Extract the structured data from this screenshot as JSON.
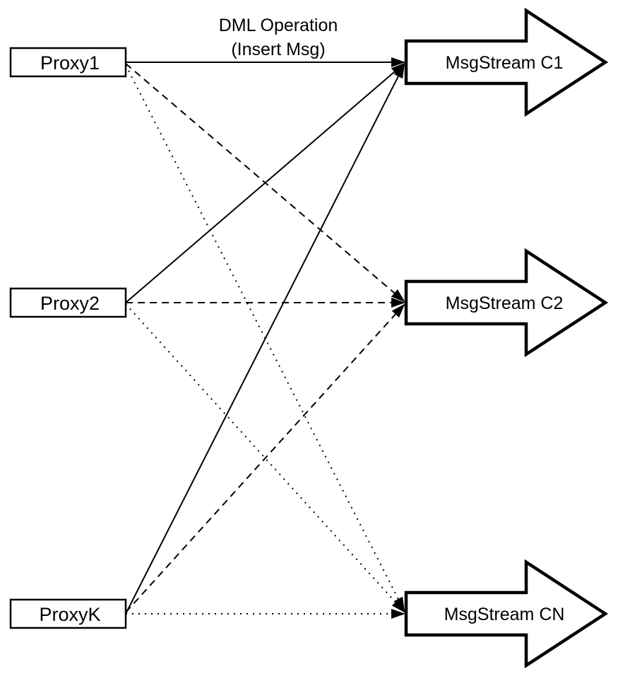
{
  "diagram": {
    "background_color": "#ffffff",
    "line_color": "#000000",
    "shape_fill_color": "#ffffff",
    "title": {
      "line1": "DML Operation",
      "line2": "(Insert Msg)"
    },
    "proxies": [
      {
        "label": "Proxy1"
      },
      {
        "label": "Proxy2"
      },
      {
        "label": "ProxyK"
      }
    ],
    "streams": [
      {
        "label": "MsgStream C1"
      },
      {
        "label": "MsgStream C2"
      },
      {
        "label": "MsgStream CN"
      }
    ],
    "edges": [
      {
        "from": "Proxy1",
        "to": "MsgStream C1",
        "style": "solid"
      },
      {
        "from": "Proxy2",
        "to": "MsgStream C1",
        "style": "solid"
      },
      {
        "from": "ProxyK",
        "to": "MsgStream C1",
        "style": "solid"
      },
      {
        "from": "Proxy1",
        "to": "MsgStream C2",
        "style": "dashed"
      },
      {
        "from": "Proxy2",
        "to": "MsgStream C2",
        "style": "dashed"
      },
      {
        "from": "ProxyK",
        "to": "MsgStream C2",
        "style": "dashed"
      },
      {
        "from": "Proxy1",
        "to": "MsgStream CN",
        "style": "dotted"
      },
      {
        "from": "Proxy2",
        "to": "MsgStream CN",
        "style": "dotted"
      },
      {
        "from": "ProxyK",
        "to": "MsgStream CN",
        "style": "dotted"
      }
    ]
  }
}
